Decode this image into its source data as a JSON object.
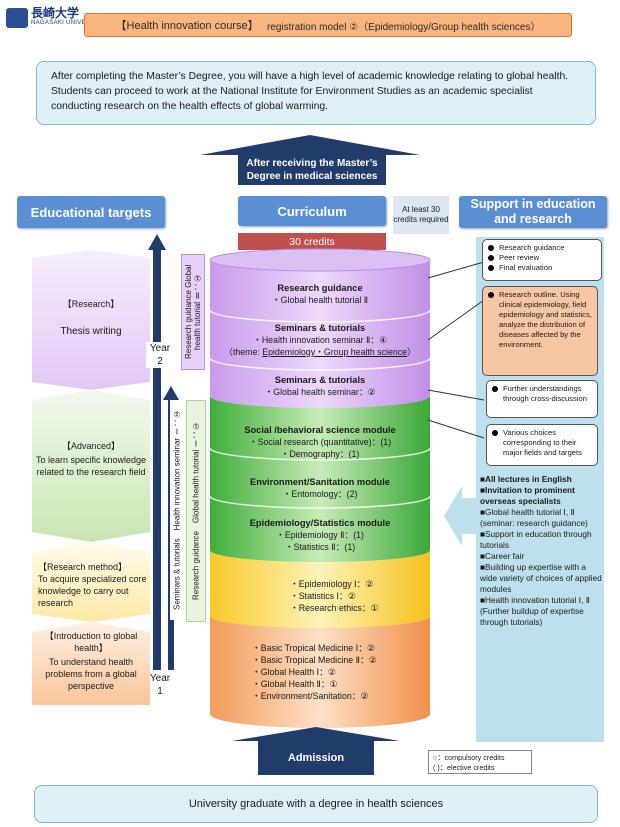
{
  "header": {
    "logo_text": "長崎大学",
    "logo_sub": "NAGASAKI UNIVERSITY",
    "course_title": "【Health innovation course】",
    "course_model": "registration model ②（Epidemiology/Group health sciences）"
  },
  "intro": "After completing the Master’s Degree, you will have a high level of academic knowledge relating to global health. Students can proceed to work at the National Institute for Environment Studies as an academic specialist conducting research on the health effects of global warming.",
  "top_arrow_label": "After receiving the Master’s Degree in medical sciences",
  "columns": {
    "educational_targets": "Educational targets",
    "curriculum": "Curriculum",
    "credits_note": "At least 30 credits required",
    "credits_bar": "30 credits",
    "support": "Support in education and research"
  },
  "targets": [
    {
      "title": "【Research】",
      "desc": "Thesis writing"
    },
    {
      "title": "【Advanced】",
      "desc": "To learn specific knowledge related to the research field"
    },
    {
      "title": "【Research method】",
      "desc": "To acquire specialized core knowledge to carry out research"
    },
    {
      "title": "【Introduction to global health】",
      "desc": "To understand health problems from a global perspective"
    }
  ],
  "years": {
    "year2": "Year 2",
    "year1": "Year 1"
  },
  "vertical_labels": {
    "a": "Research guidance Global health tutorial Ⅱ：①",
    "b": "Seminars & tutorials　Health innovation seminar Ⅰ：②",
    "c": "Research guidance　Global health tutorial Ⅰ：①"
  },
  "cylinder": {
    "research_guidance": {
      "title": "Research guidance",
      "line1": "・Global health tutorial Ⅱ"
    },
    "seminars1": {
      "title": "Seminars & tutorials",
      "line1": "・Health innovation seminar Ⅱ：④",
      "line2_prefix": "（theme: ",
      "line2_underlined": "Epidemiology・Group health science",
      "line2_suffix": "）"
    },
    "seminars2": {
      "title": "Seminars & tutorials",
      "line1": "・Global health seminar：②"
    },
    "social": {
      "title": "Social /behavioral science module",
      "line1": "・Social research (quantitative)：(1)",
      "line2": "・Demography：(1)"
    },
    "environment": {
      "title": "Environment/Sanitation module",
      "line1": "・Entomology：(2)"
    },
    "epidemiology": {
      "title": "Epidemiology/Statistics module",
      "line1": "・Epidemiology Ⅱ：(1)",
      "line2": "・Statistics Ⅱ：(1)"
    },
    "methods": [
      "・Epidemiology Ⅰ：②",
      "・Statistics Ⅰ：②",
      "・Research ethics：①"
    ],
    "intro": [
      "・Basic Tropical Medicine Ⅰ：②",
      "・Basic Tropical Medicine Ⅱ：②",
      "・Global Health Ⅰ：②",
      "・Global Health Ⅱ：①",
      "・Environment/Sanitation：②"
    ]
  },
  "callouts": {
    "c1": [
      "Research guidance",
      "Peer review",
      "Final evaluation"
    ],
    "c2": "Research outline. Using clinical epidemiology, field epidemiology and statistics, analyze the distribution of diseases affected by the environment.",
    "c3": "Further understandings through cross-discussion",
    "c4": "Various choices corresponding to their major fields and targets"
  },
  "support_list": [
    {
      "text": "■All lectures in English",
      "bold": true
    },
    {
      "text": "■Invitation to prominent overseas specialists",
      "bold": true
    },
    {
      "text": "■Global health tutorial Ⅰ, Ⅱ (seminar: research guidance)",
      "bold": false
    },
    {
      "text": "■Support in education through tutorials",
      "bold": false
    },
    {
      "text": "■Career fair",
      "bold": false
    },
    {
      "text": "■Building up expertise with a wide variety of choices of applied modules",
      "bold": false
    },
    {
      "text": "■Health innovation tutorial Ⅰ, Ⅱ (Further buildup of expertise through tutorials)",
      "bold": false
    }
  ],
  "bottom_arrow_label": "Admission",
  "legend": {
    "line1": "○：compulsory credits",
    "line2": "( )：elective credits"
  },
  "bottom_box": "University graduate with a degree in health sciences",
  "colors": {
    "dark_navy": "#213c6a",
    "header_blue": "#5b8fd3",
    "credits_red": "#c0504d",
    "support_panel": "#bde0ec",
    "banner_orange": "#f9b57f"
  }
}
